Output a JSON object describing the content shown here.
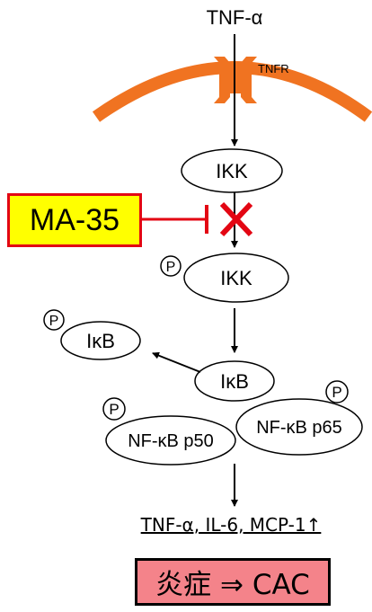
{
  "colors": {
    "membrane": "#f07321",
    "inhibitor_fill": "#ffff00",
    "inhibitor_border": "#e30613",
    "inhibition_line": "#e30613",
    "block_mark": "#e30613",
    "outcome_fill": "#f4838a",
    "arrow": "#000000"
  },
  "ligand": {
    "label": "TNF-α"
  },
  "receptor": {
    "label": "TNFR"
  },
  "nodes": {
    "ikk": "IKK",
    "ikk_phospho": "IKK",
    "ikb_free": "IκB",
    "ikb_bound": "IκB",
    "nfkb_p50": "NF-κB p50",
    "nfkb_p65": "NF-κB p65"
  },
  "phospho_marker": "P",
  "inhibitor": {
    "label": "MA-35",
    "block_icon": "x-mark-icon"
  },
  "cytokines": {
    "label": "TNF-α, IL-6, MCP-1↑"
  },
  "outcome": {
    "label": "炎症 ⇒ CAC"
  }
}
